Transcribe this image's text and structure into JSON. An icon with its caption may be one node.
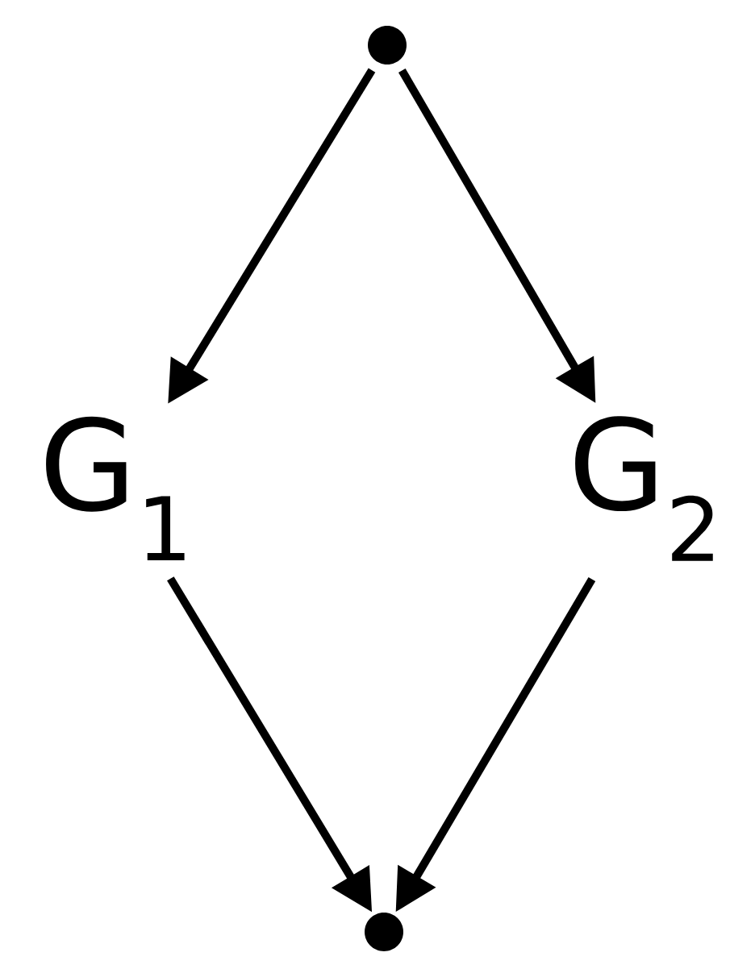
{
  "diagram": {
    "nodes": [
      {
        "text": [],
        "shape": "circle"
      },
      {
        "text": [
          "G$_{1}$"
        ]
      },
      {
        "text": [
          "G$_{2}$"
        ]
      },
      {
        "text": [],
        "shape": "circle"
      }
    ],
    "edges": [
      {
        "from": 0,
        "to": 1,
        "arrow": "to"
      },
      {
        "from": 0,
        "to": 2,
        "arrow": "to"
      },
      {
        "from": 1,
        "to": 3,
        "arrow": "to"
      },
      {
        "from": 2,
        "to": 3,
        "arrow": "to"
      }
    ]
  }
}
